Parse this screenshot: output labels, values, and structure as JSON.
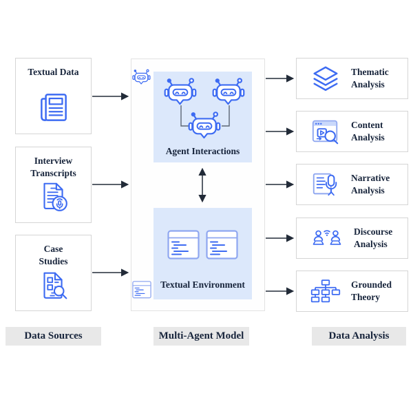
{
  "colors": {
    "accent": "#3D6BF2",
    "accent_light": "#8FA7F0",
    "panel_blue": "#DCE8FB",
    "arrow": "#222B38",
    "text": "#17243B",
    "box_border": "#D5D5D5",
    "label_bg": "#E8E8E8"
  },
  "sources": {
    "label": "Data Sources",
    "items": [
      {
        "title": "Textual Data",
        "icon": "newspaper-icon"
      },
      {
        "title": "Interview\nTranscripts",
        "icon": "transcript-mic-icon"
      },
      {
        "title": "Case\nStudies",
        "icon": "doc-magnifier-icon"
      }
    ]
  },
  "model": {
    "label": "Multi-Agent Model",
    "agent_box_title": "Agent Interactions",
    "environment_box_title": "Textual Environment",
    "corner_icons": [
      "robot-icon",
      "text-card-icon"
    ]
  },
  "analysis": {
    "label": "Data Analysis",
    "items": [
      {
        "title": "Thematic\nAnalysis",
        "icon": "layers-icon"
      },
      {
        "title": "Content\nAnalysis",
        "icon": "media-magnifier-icon"
      },
      {
        "title": "Narrative\nAnalysis",
        "icon": "doc-microphone-icon"
      },
      {
        "title": "Discourse\nAnalysis",
        "icon": "people-network-icon"
      },
      {
        "title": "Grounded\nTheory",
        "icon": "org-chart-icon"
      }
    ]
  }
}
